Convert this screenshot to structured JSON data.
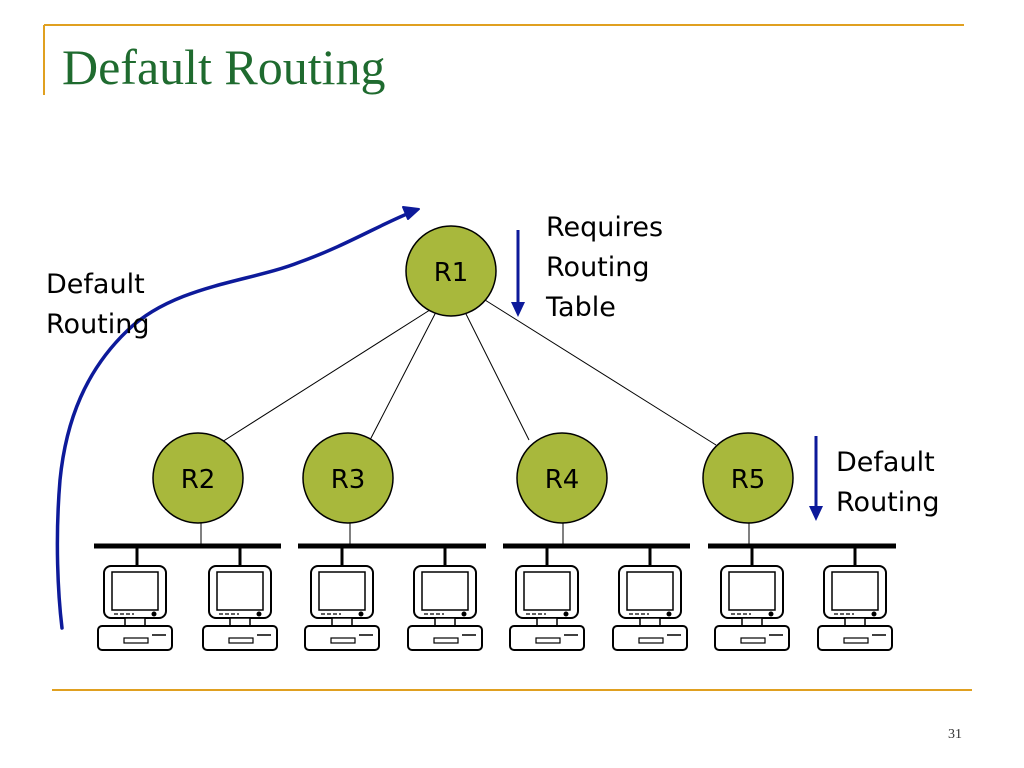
{
  "slide": {
    "title": "Default Routing",
    "page_number": "31",
    "accent_color": "#e0a020",
    "title_color": "#1f6b2f"
  },
  "labels": {
    "left": {
      "line1": "Default",
      "line2": "Routing"
    },
    "top_right": {
      "line1": "Requires",
      "line2": "Routing",
      "line3": "Table"
    },
    "right": {
      "line1": "Default",
      "line2": "Routing"
    }
  },
  "routers": {
    "fill_color": "#a8b83c",
    "names": {
      "r1": "R1",
      "r2": "R2",
      "r3": "R3",
      "r4": "R4",
      "r5": "R5"
    }
  },
  "arrow_color": "#0d1a9a",
  "icons": [
    "computer-icon"
  ]
}
